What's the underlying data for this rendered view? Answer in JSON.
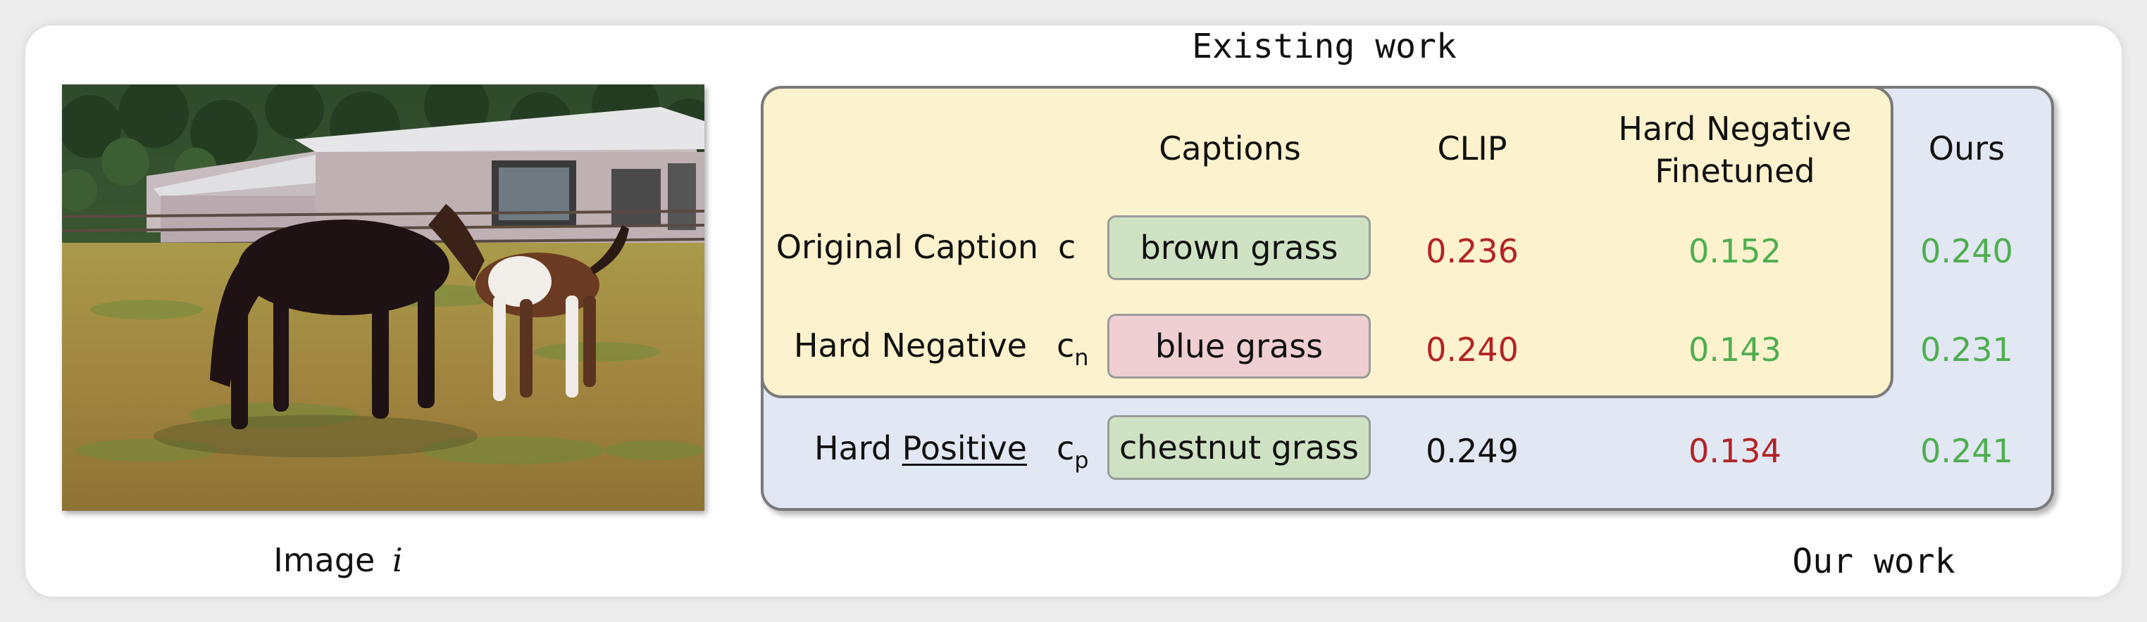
{
  "labels": {
    "existing_work": "Existing work",
    "our_work": "Our work",
    "image_label": "Image",
    "image_var": "i"
  },
  "headers": {
    "captions": "Captions",
    "clip": "CLIP",
    "hnf_line1": "Hard Negative",
    "hnf_line2": "Finetuned",
    "ours": "Ours"
  },
  "rows": [
    {
      "label_pre": "Original Caption",
      "label_u": "",
      "sym": "c",
      "sub": "",
      "caption": "brown grass",
      "clip": "0.236",
      "hnf": "0.152",
      "ours": "0.240"
    },
    {
      "label_pre": "Hard Negative",
      "label_u": "",
      "sym": "c",
      "sub": "n",
      "caption": "blue grass",
      "clip": "0.240",
      "hnf": "0.143",
      "ours": "0.231"
    },
    {
      "label_pre": "Hard ",
      "label_u": "Positive",
      "sym": "c",
      "sub": "p",
      "caption": "chestnut grass",
      "clip": "0.249",
      "hnf": "0.134",
      "ours": "0.241"
    }
  ],
  "colors": {
    "existing_panel": "#fcf2cd",
    "ours_panel": "#e1e7f3",
    "pill_green": "#cfe3c4",
    "pill_red": "#efcfd1",
    "score_red": "#b22424",
    "score_green": "#4fae50",
    "score_black": "#111111"
  }
}
